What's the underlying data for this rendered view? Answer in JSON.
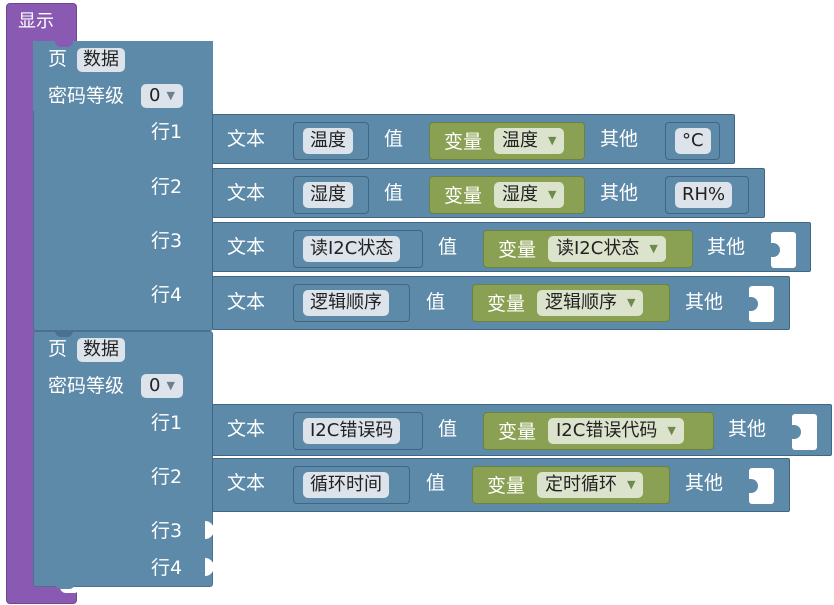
{
  "display": {
    "title": "显示"
  },
  "labels": {
    "page": "页",
    "password_level": "密码等级",
    "text": "文本",
    "value": "值",
    "variable": "变量",
    "other": "其他"
  },
  "pages": [
    {
      "name": "数据",
      "password_level": "0",
      "rows": [
        {
          "label": "行1",
          "text": "温度",
          "variable": "温度",
          "other": "°C"
        },
        {
          "label": "行2",
          "text": "湿度",
          "variable": "湿度",
          "other": "RH%"
        },
        {
          "label": "行3",
          "text": "读I2C状态",
          "variable": "读I2C状态",
          "other": ""
        },
        {
          "label": "行4",
          "text": "逻辑顺序",
          "variable": "逻辑顺序",
          "other": ""
        }
      ]
    },
    {
      "name": "数据",
      "password_level": "0",
      "rows": [
        {
          "label": "行1",
          "text": "I2C错误码",
          "variable": "I2C错误代码",
          "other": ""
        },
        {
          "label": "行2",
          "text": "循环时间",
          "variable": "定时循环",
          "other": ""
        },
        {
          "label": "行3"
        },
        {
          "label": "行4"
        }
      ]
    }
  ],
  "colors": {
    "display_block": "#8a5ab2",
    "page_block": "#5d8aa8",
    "variable_block": "#8aa052",
    "field": "#dce3ea"
  }
}
